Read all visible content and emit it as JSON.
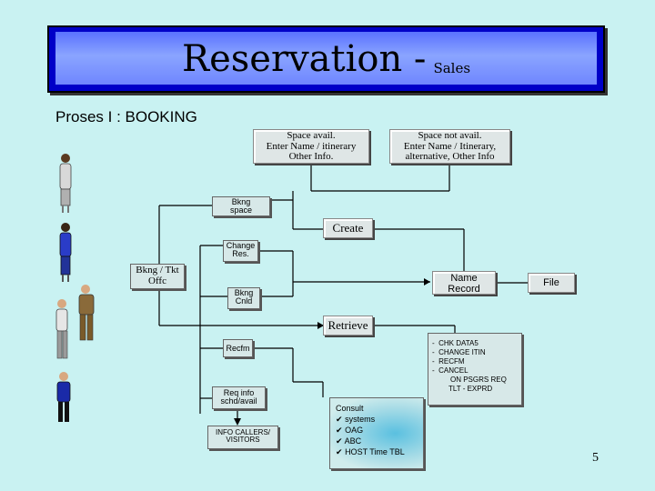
{
  "title": {
    "main": "Reservation -",
    "sub": "Sales"
  },
  "section": "Proses I : BOOKING",
  "boxes": {
    "space_avail": [
      "Space avail.",
      "Enter Name / itinerary",
      "Other Info."
    ],
    "space_not_avail": [
      "Space not  avail.",
      "Enter Name / Itinerary,",
      "alternative, Other Info"
    ],
    "bkng_space": [
      "Bkng",
      "space"
    ],
    "create": "Create",
    "change_res": [
      "Change",
      "Res."
    ],
    "bkng_tkt_offc": [
      "Bkng / Tkt",
      "Offc"
    ],
    "name_record": [
      "Name",
      "Record"
    ],
    "file": "File",
    "bkng_cnld": [
      "Bkng",
      "Cnld"
    ],
    "retrieve": "Retrieve",
    "recfm": "Recfm",
    "req_info": [
      "Req info",
      "schd/avail"
    ],
    "info_callers": [
      "INFO CALLERS/",
      "VISITORS"
    ]
  },
  "consult": {
    "heading": "Consult",
    "items": [
      "systems",
      "OAG",
      "ABC",
      "HOST Time TBL"
    ],
    "bullet": "✔"
  },
  "actions": {
    "items": [
      "CHK  DATA5",
      "CHANGE ITIN",
      "RECFM",
      "CANCEL"
    ],
    "extra": [
      "ON PSGRS REQ",
      "TLT  -  EXPRD"
    ],
    "bullet": "-"
  },
  "page_number": "5",
  "colors": {
    "background": "#c9f2f2",
    "banner": "#0000c8",
    "banner_fill": "#7d95ff"
  },
  "icons": [
    "person-woman-icon",
    "person-woman-blue-icon",
    "person-businessman-icon",
    "person-man-icon",
    "person-man-blue-icon"
  ]
}
